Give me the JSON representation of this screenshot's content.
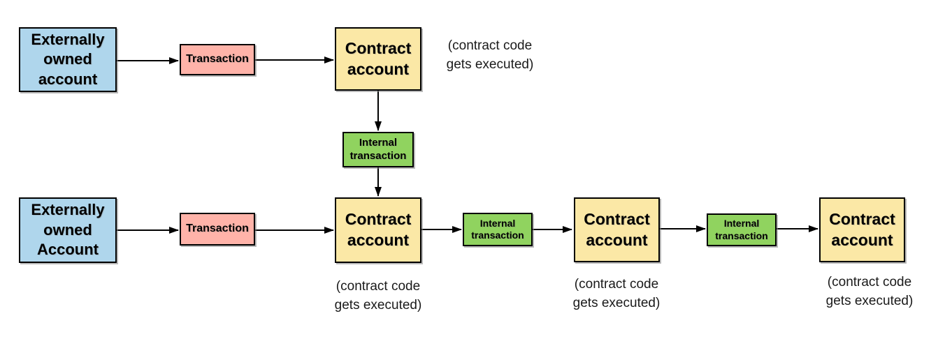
{
  "diagram": {
    "kind": "flow-diagram",
    "description_nodes": "Ethereum transaction flow between externally owned accounts and contract accounts"
  },
  "colors": {
    "eoa_fill": "#AFD6EC",
    "transaction_fill": "#FFB3A9",
    "contract_fill": "#FBE8A6",
    "internal_fill": "#90D35F",
    "border_color": "#000000",
    "arrow_color": "#000000"
  },
  "nodes": {
    "eoa_top": {
      "label": "Externally\nowned\naccount"
    },
    "tx_top": {
      "label": "Transaction"
    },
    "contract_top": {
      "label": "Contract\naccount"
    },
    "note_top": {
      "text": "(contract code\ngets executed)"
    },
    "internal_mid": {
      "label": "Internal\ntransaction"
    },
    "eoa_bottom": {
      "label": "Externally\nowned\nAccount"
    },
    "tx_bottom": {
      "label": "Transaction"
    },
    "contract_b1": {
      "label": "Contract\naccount"
    },
    "note_b1": {
      "text": "(contract code\ngets executed)"
    },
    "internal_b1": {
      "label": "Internal\ntransaction"
    },
    "contract_b2": {
      "label": "Contract\naccount"
    },
    "note_b2": {
      "text": "(contract code\ngets executed)"
    },
    "internal_b2": {
      "label": "Internal\ntransaction"
    },
    "contract_b3": {
      "label": "Contract\naccount"
    },
    "note_b3": {
      "text": "(contract code\ngets executed)"
    }
  }
}
